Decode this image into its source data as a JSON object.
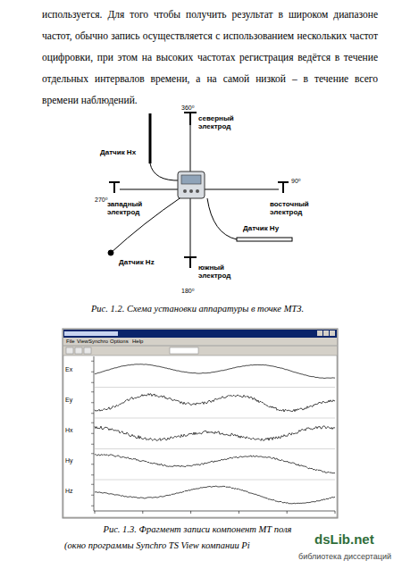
{
  "diagram": {
    "labels": [
      "используется. Для того чтобы получить результат в широком диапазоне частот, обычно запись осуществляется с использованием нескольких частот оцифровки, при этом на высоких частотах регистрация ведётся в течение отдельных интервалов времени, а на самой низкой – в течение всего времени наблюдений.",
      "360⁰",
      "северный электрод",
      "Датчик Hx",
      "270⁰",
      "западный электрод",
      "90⁰",
      "восточный электрод",
      "Датчик Hy",
      "Датчик Hz",
      "южный электрод",
      "180⁰",
      "Рис. 1.2. Схема установки аппаратуры в точке МТЗ.",
      "File",
      "View",
      "Synchro",
      "Options",
      "Help",
      "Ex",
      "Ey",
      "Hx",
      "Hy",
      "Hz",
      "Рис. 1.3. Фрагмент записи компонент МТ поля",
      "(окно программы Synchro TS View компании Pi",
      "dsLib.net",
      "библиотека диссертаций"
    ]
  }
}
